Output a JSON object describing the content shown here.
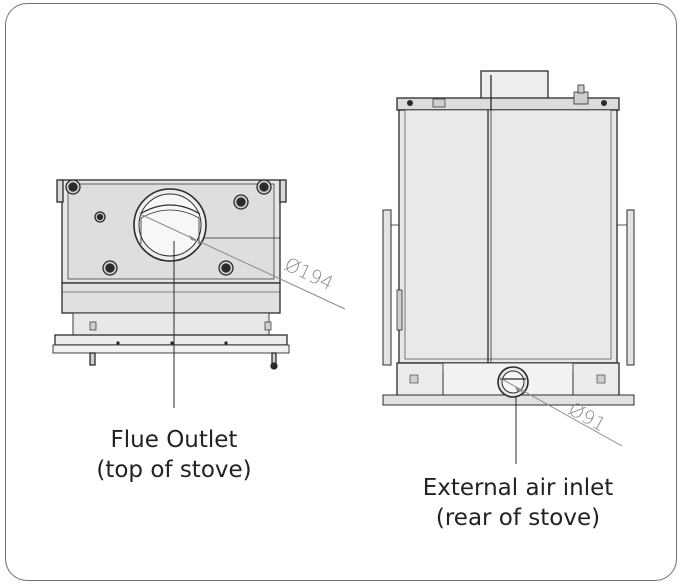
{
  "figure": {
    "left_view": {
      "label_line1": "Flue Outlet",
      "label_line2": "(top of stove)",
      "dimension_text": "Ø194"
    },
    "right_view": {
      "label_line1": "External air inlet",
      "label_line2": "(rear of stove)",
      "dimension_text": "Ø91"
    },
    "colors": {
      "line": "#2b2b2b",
      "fill_light": "#e6e6e6",
      "fill_mid": "#d0d0d0",
      "dimension": "#8a8a8a",
      "border": "#6f6f6f"
    }
  }
}
